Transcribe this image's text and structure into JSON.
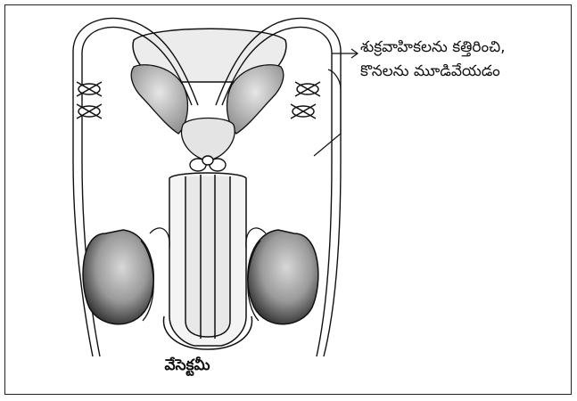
{
  "annotation": {
    "line1": "శుక్రవాహికలను  కత్తిరించి,",
    "line2": "కొనలను  మూడివేయడం"
  },
  "caption": "వేసెక్టమీ"
}
